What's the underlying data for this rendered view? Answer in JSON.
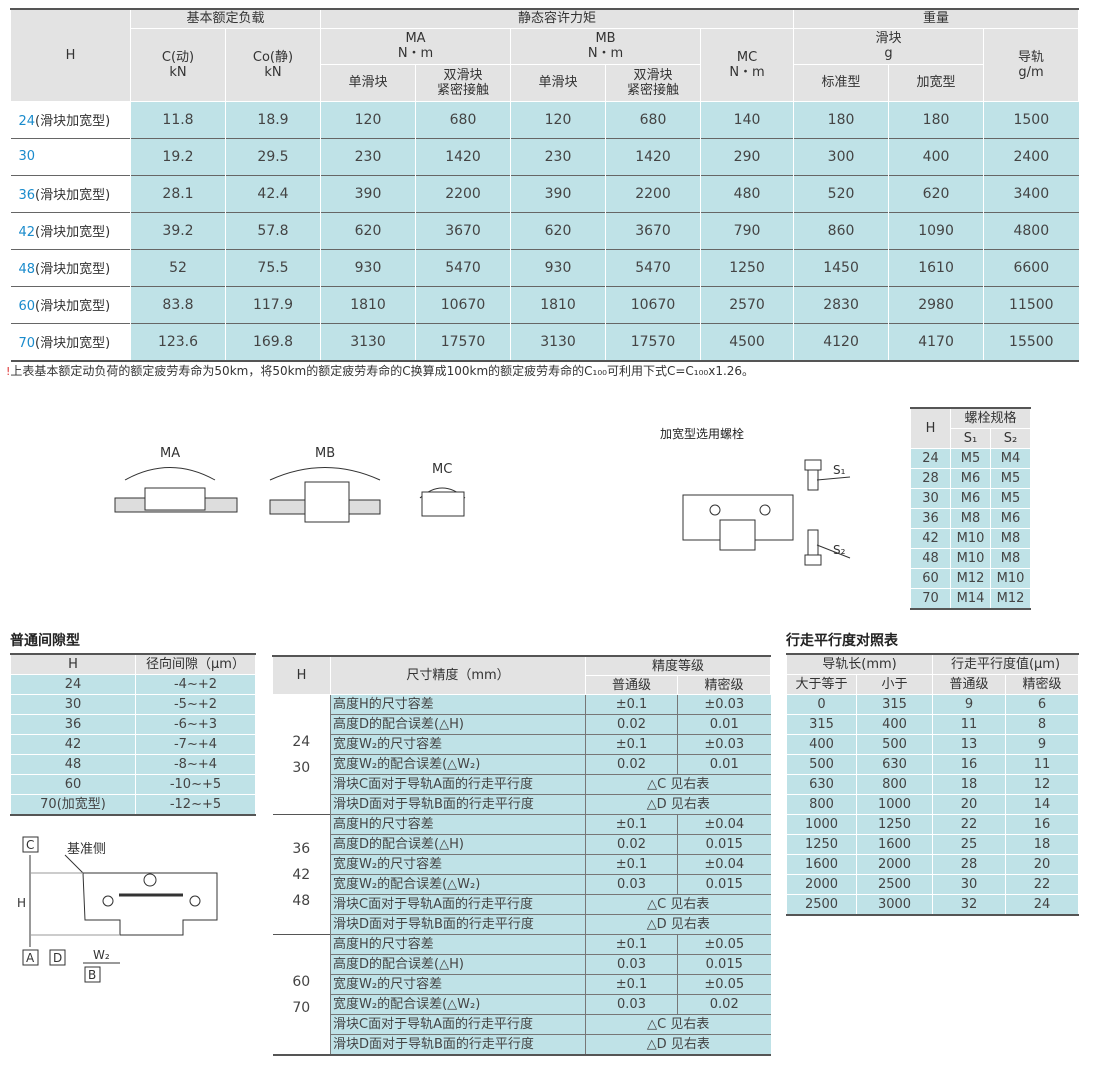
{
  "main": {
    "h_label": "H",
    "group_load": "基本额定负载",
    "group_moment": "静态容许力矩",
    "group_weight": "重量",
    "c_dyn": "C(动)",
    "c_stat": "Co(静)",
    "kn": "kN",
    "ma": "MA",
    "mb": "MB",
    "mc": "MC",
    "nm": "N・m",
    "single": "单滑块",
    "double1": "双滑块",
    "double2": "紧密接触",
    "slider": "滑块",
    "g": "g",
    "standard": "标准型",
    "wide": "加宽型",
    "rail": "导轨",
    "gm": "g/m",
    "rows": [
      {
        "h": "24",
        "suffix": "(滑块加宽型)",
        "v": [
          "11.8",
          "18.9",
          "120",
          "680",
          "120",
          "680",
          "140",
          "180",
          "180",
          "1500"
        ]
      },
      {
        "h": "30",
        "suffix": "",
        "v": [
          "19.2",
          "29.5",
          "230",
          "1420",
          "230",
          "1420",
          "290",
          "300",
          "400",
          "2400"
        ]
      },
      {
        "h": "36",
        "suffix": "(滑块加宽型)",
        "v": [
          "28.1",
          "42.4",
          "390",
          "2200",
          "390",
          "2200",
          "480",
          "520",
          "620",
          "3400"
        ]
      },
      {
        "h": "42",
        "suffix": "(滑块加宽型)",
        "v": [
          "39.2",
          "57.8",
          "620",
          "3670",
          "620",
          "3670",
          "790",
          "860",
          "1090",
          "4800"
        ]
      },
      {
        "h": "48",
        "suffix": "(滑块加宽型)",
        "v": [
          "52",
          "75.5",
          "930",
          "5470",
          "930",
          "5470",
          "1250",
          "1450",
          "1610",
          "6600"
        ]
      },
      {
        "h": "60",
        "suffix": "(滑块加宽型)",
        "v": [
          "83.8",
          "117.9",
          "1810",
          "10670",
          "1810",
          "10670",
          "2570",
          "2830",
          "2980",
          "11500"
        ]
      },
      {
        "h": "70",
        "suffix": "(滑块加宽型)",
        "v": [
          "123.6",
          "169.8",
          "3130",
          "17570",
          "3130",
          "17570",
          "4500",
          "4120",
          "4170",
          "15500"
        ]
      }
    ]
  },
  "note": {
    "icon": "!",
    "text": "上表基本额定动负荷的额定疲劳寿命为50km，将50km的额定疲劳寿命的C换算成100km的额定疲劳寿命的C₁₀₀可利用下式C=C₁₀₀x1.26。"
  },
  "diagrams": {
    "ma": "MA",
    "mb": "MB",
    "mc": "MC",
    "bolt_title": "加宽型选用螺栓",
    "s1": "S₁",
    "s2": "S₂",
    "ref_side": "基准侧",
    "c": "C",
    "a": "A",
    "d": "D",
    "b": "B",
    "h": "H",
    "w2": "W₂"
  },
  "bolt": {
    "h": "H",
    "title": "螺栓规格",
    "s1": "S₁",
    "s2": "S₂",
    "rows": [
      [
        "24",
        "M5",
        "M4"
      ],
      [
        "28",
        "M6",
        "M5"
      ],
      [
        "30",
        "M6",
        "M5"
      ],
      [
        "36",
        "M8",
        "M6"
      ],
      [
        "42",
        "M10",
        "M8"
      ],
      [
        "48",
        "M10",
        "M8"
      ],
      [
        "60",
        "M12",
        "M10"
      ],
      [
        "70",
        "M14",
        "M12"
      ]
    ]
  },
  "clearance": {
    "title": "普通间隙型",
    "h": "H",
    "col": "径向间隙（μm）",
    "rows": [
      [
        "24",
        "-4~+2"
      ],
      [
        "30",
        "-5~+2"
      ],
      [
        "36",
        "-6~+3"
      ],
      [
        "42",
        "-7~+4"
      ],
      [
        "48",
        "-8~+4"
      ],
      [
        "60",
        "-10~+5"
      ],
      [
        "70(加宽型)",
        "-12~+5"
      ]
    ]
  },
  "precision": {
    "h": "H",
    "col": "尺寸精度（mm）",
    "grade": "精度等级",
    "normal": "普通级",
    "precise": "精密级",
    "groups": [
      {
        "h": [
          "24",
          "30"
        ],
        "rows": [
          [
            "高度H的尺寸容差",
            "±0.1",
            "±0.03"
          ],
          [
            "高度D的配合误差(△H)",
            "0.02",
            "0.01"
          ],
          [
            "宽度W₂的尺寸容差",
            "±0.1",
            "±0.03"
          ],
          [
            "宽度W₂的配合误差(△W₂)",
            "0.02",
            "0.01"
          ],
          [
            "滑块C面对于导轨A面的行走平行度",
            "△C 见右表"
          ],
          [
            "滑块D面对于导轨B面的行走平行度",
            "△D 见右表"
          ]
        ]
      },
      {
        "h": [
          "36",
          "42",
          "48"
        ],
        "rows": [
          [
            "高度H的尺寸容差",
            "±0.1",
            "±0.04"
          ],
          [
            "高度D的配合误差(△H)",
            "0.02",
            "0.015"
          ],
          [
            "宽度W₂的尺寸容差",
            "±0.1",
            "±0.04"
          ],
          [
            "宽度W₂的配合误差(△W₂)",
            "0.03",
            "0.015"
          ],
          [
            "滑块C面对于导轨A面的行走平行度",
            "△C 见右表"
          ],
          [
            "滑块D面对于导轨B面的行走平行度",
            "△D 见右表"
          ]
        ]
      },
      {
        "h": [
          "60",
          "70"
        ],
        "rows": [
          [
            "高度H的尺寸容差",
            "±0.1",
            "±0.05"
          ],
          [
            "高度D的配合误差(△H)",
            "0.03",
            "0.015"
          ],
          [
            "宽度W₂的尺寸容差",
            "±0.1",
            "±0.05"
          ],
          [
            "宽度W₂的配合误差(△W₂)",
            "0.03",
            "0.02"
          ],
          [
            "滑块C面对于导轨A面的行走平行度",
            "△C 见右表"
          ],
          [
            "滑块D面对于导轨B面的行走平行度",
            "△D 见右表"
          ]
        ]
      }
    ]
  },
  "parallel": {
    "title": "行走平行度对照表",
    "len": "导轨长(mm)",
    "val": "行走平行度值(μm)",
    "ge": "大于等于",
    "lt": "小于",
    "normal": "普通级",
    "precise": "精密级",
    "rows": [
      [
        "0",
        "315",
        "9",
        "6"
      ],
      [
        "315",
        "400",
        "11",
        "8"
      ],
      [
        "400",
        "500",
        "13",
        "9"
      ],
      [
        "500",
        "630",
        "16",
        "11"
      ],
      [
        "630",
        "800",
        "18",
        "12"
      ],
      [
        "800",
        "1000",
        "20",
        "14"
      ],
      [
        "1000",
        "1250",
        "22",
        "16"
      ],
      [
        "1250",
        "1600",
        "25",
        "18"
      ],
      [
        "1600",
        "2000",
        "28",
        "20"
      ],
      [
        "2000",
        "2500",
        "30",
        "22"
      ],
      [
        "2500",
        "3000",
        "32",
        "24"
      ]
    ]
  },
  "colors": {
    "header": "#e3e3e3",
    "cell": "#bfe2e7",
    "accent": "#1a8bcc"
  }
}
